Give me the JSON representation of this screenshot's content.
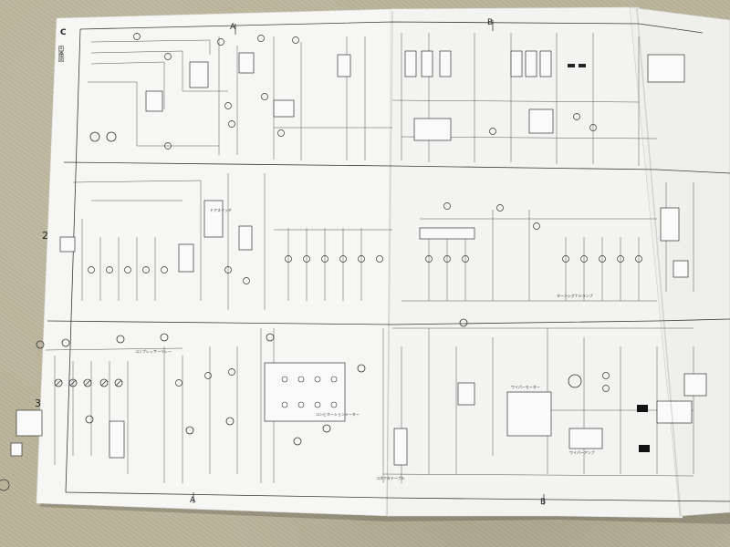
{
  "sheet": {
    "title_letter": "C",
    "title": "回路図",
    "zone_labels_top": [
      "A",
      "B"
    ],
    "zone_labels_bottom": [
      "A",
      "B"
    ],
    "row_labels": [
      "2",
      "3"
    ],
    "captions": {
      "compressor_relay": "コンプレッサーリレー",
      "door_switch": "ドアスイッチ",
      "combination_meter": "コンビネーションメーター",
      "wiper_motor": "ワイパーモーター",
      "wiper_amp": "ワイパーアンプ",
      "connector_table": "コネクタテーブル",
      "turn_signal": "ターンシグナルランプ"
    }
  }
}
